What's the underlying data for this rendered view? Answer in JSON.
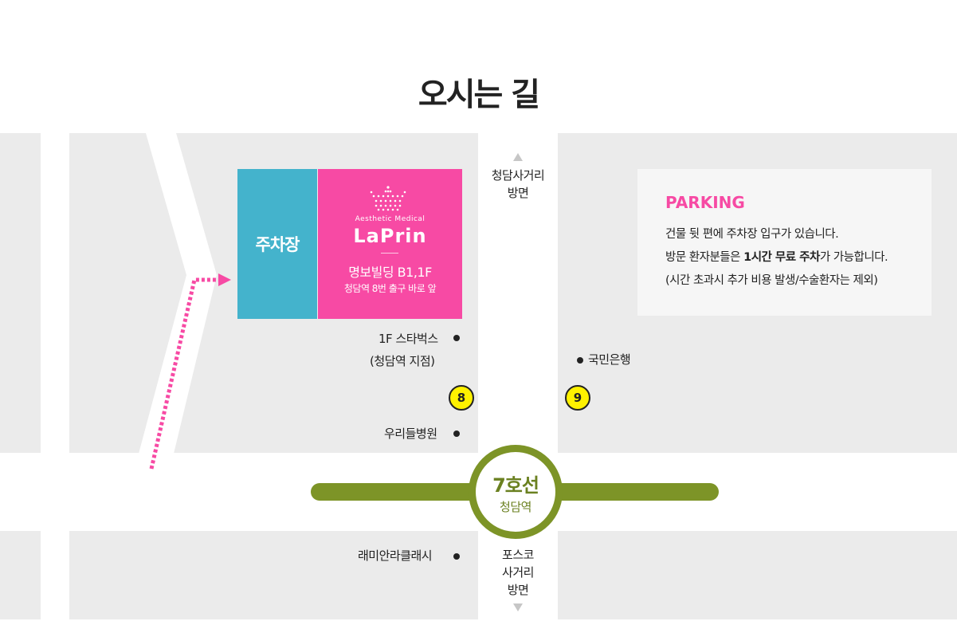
{
  "title": "오시는 길",
  "colors": {
    "parking_lot": "#44b3cc",
    "clinic": "#f74aa4",
    "route": "#f74aa4",
    "line7": "#7d9427",
    "exit_badge": "#fff200",
    "road": "#ffffff",
    "block": "#ebebeb"
  },
  "map": {
    "parking_lot_label": "주차장",
    "clinic": {
      "icon": "crown-icon",
      "subtitle": "Aesthetic Medical",
      "name": "LaPrin",
      "building": "명보빌딩  B1,1F",
      "exit_note": "청담역 8번 출구 바로 앞"
    },
    "direction_north": {
      "icon": "arrow-up-icon",
      "line1": "청담사거리",
      "line2": "방면"
    },
    "direction_south": {
      "icon": "arrow-down-icon",
      "line1": "포스코",
      "line2": "사거리",
      "line3": "방면"
    },
    "landmarks": {
      "starbucks_line1": "1F 스타벅스",
      "starbucks_line2": "(청담역 지점)",
      "kookmin": "국민은행",
      "woorideul": "우리들병원",
      "raemian": "래미안라클래시"
    },
    "exits": {
      "exit8": "8",
      "exit9": "9"
    },
    "station": {
      "line": "7호선",
      "name": "청담역"
    }
  },
  "parking": {
    "title": "PARKING",
    "line1": "건물 뒷 편에 주차장 입구가 있습니다.",
    "line2_pre": "방문 환자분들은 ",
    "line2_bold1": "1시간 무료 주차",
    "line2_post": "가 가능합니다.",
    "line3": "(시간 초과시 추가 비용 발생/수술환자는 제외)"
  }
}
